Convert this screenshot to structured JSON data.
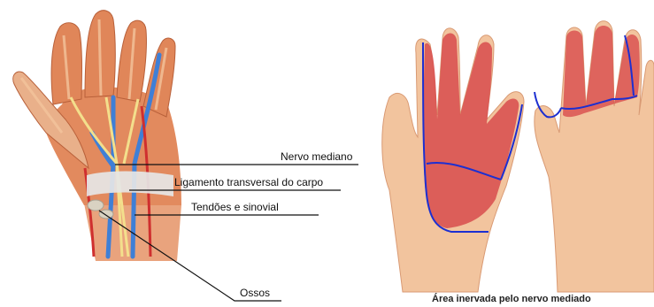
{
  "anatomy_figure": {
    "labels": {
      "median_nerve": "Nervo mediano",
      "transverse_ligament": "Ligamento transversal do carpo",
      "tendons": "Tendões e sinovial",
      "bones": "Ossos"
    },
    "colors": {
      "skin": "#f0b795",
      "muscle": "#d9764f",
      "nerve": "#f3df8c",
      "vein": "#3f7fd6",
      "artery": "#cf2f2f",
      "ligament": "#e6e6e6"
    }
  },
  "innervation_figure": {
    "caption": "Área inervada pelo nervo mediado",
    "colors": {
      "skin": "#f2c49e",
      "affected_area": "#d84c4c",
      "boundary_line": "#1c2fd1"
    }
  }
}
